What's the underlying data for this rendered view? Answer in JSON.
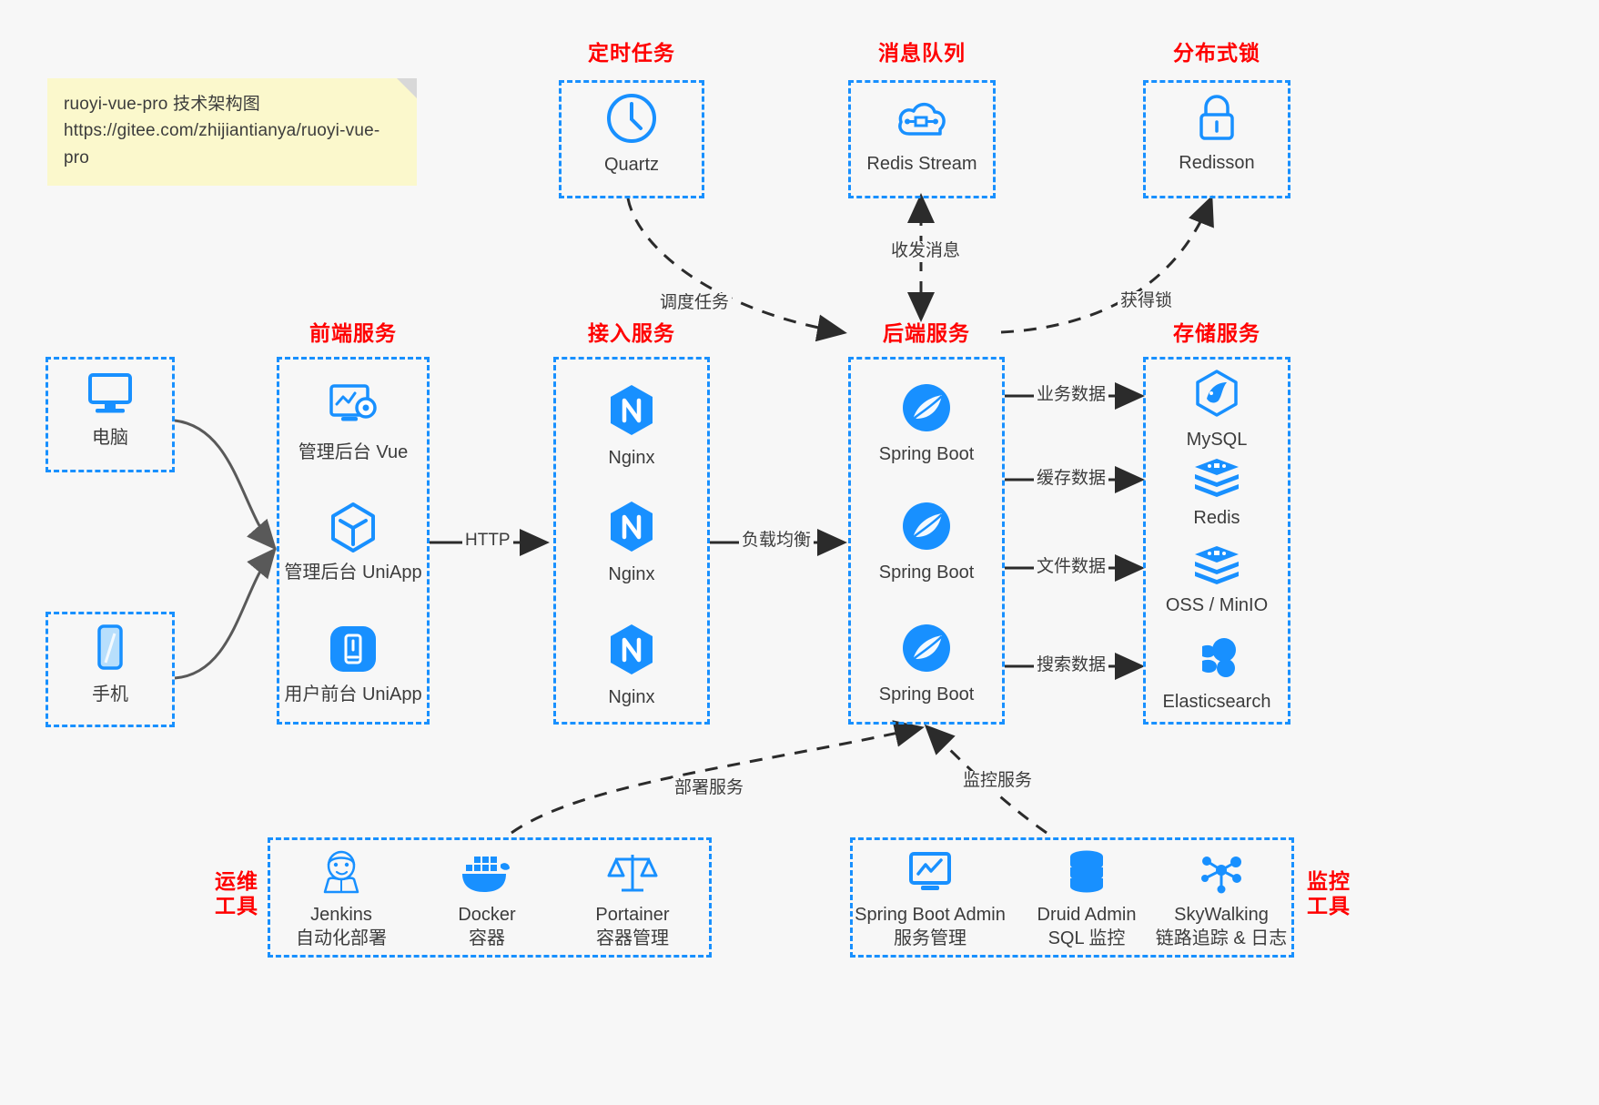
{
  "note": {
    "line1": "ruoyi-vue-pro 技术架构图",
    "line2": "https://gitee.com/zhijiantianya/ruoyi-vue-pro"
  },
  "groups": {
    "scheduled_task": {
      "title": "定时任务",
      "nodes": [
        {
          "icon": "clock-icon",
          "label": "Quartz"
        }
      ]
    },
    "message_queue": {
      "title": "消息队列",
      "nodes": [
        {
          "icon": "cloud-stream-icon",
          "label": "Redis Stream"
        }
      ]
    },
    "distributed_lock": {
      "title": "分布式锁",
      "nodes": [
        {
          "icon": "lock-icon",
          "label": "Redisson"
        }
      ]
    },
    "clients": {
      "nodes": [
        {
          "icon": "desktop-icon",
          "label": "电脑"
        },
        {
          "icon": "phone-icon",
          "label": "手机"
        }
      ]
    },
    "frontend": {
      "title": "前端服务",
      "nodes": [
        {
          "icon": "dashboard-gear-icon",
          "label": "管理后台 Vue"
        },
        {
          "icon": "cube-icon",
          "label": "管理后台 UniApp"
        },
        {
          "icon": "mobile-app-icon",
          "label": "用户前台 UniApp"
        }
      ]
    },
    "gateway": {
      "title": "接入服务",
      "nodes": [
        {
          "icon": "nginx-icon",
          "label": "Nginx"
        },
        {
          "icon": "nginx-icon",
          "label": "Nginx"
        },
        {
          "icon": "nginx-icon",
          "label": "Nginx"
        }
      ]
    },
    "backend": {
      "title": "后端服务",
      "nodes": [
        {
          "icon": "spring-boot-icon",
          "label": "Spring Boot"
        },
        {
          "icon": "spring-boot-icon",
          "label": "Spring Boot"
        },
        {
          "icon": "spring-boot-icon",
          "label": "Spring Boot"
        }
      ]
    },
    "storage": {
      "title": "存储服务",
      "nodes": [
        {
          "icon": "mysql-icon",
          "label": "MySQL"
        },
        {
          "icon": "redis-icon",
          "label": "Redis"
        },
        {
          "icon": "oss-icon",
          "label": "OSS / MinIO"
        },
        {
          "icon": "elasticsearch-icon",
          "label": "Elasticsearch"
        }
      ]
    },
    "devops": {
      "title": "运维\n工具",
      "title_l1": "运维",
      "title_l2": "工具",
      "nodes": [
        {
          "icon": "jenkins-icon",
          "label": "Jenkins",
          "sub": "自动化部署"
        },
        {
          "icon": "docker-icon",
          "label": "Docker",
          "sub": "容器"
        },
        {
          "icon": "portainer-icon",
          "label": "Portainer",
          "sub": "容器管理"
        }
      ]
    },
    "monitoring": {
      "title_l1": "监控",
      "title_l2": "工具",
      "nodes": [
        {
          "icon": "spring-boot-admin-icon",
          "label": "Spring Boot Admin",
          "sub": "服务管理"
        },
        {
          "icon": "druid-icon",
          "label": "Druid Admin",
          "sub": "SQL 监控"
        },
        {
          "icon": "skywalking-icon",
          "label": "SkyWalking",
          "sub": "链路追踪 & 日志"
        }
      ]
    }
  },
  "edges": {
    "http": "HTTP",
    "load_balance": "负载均衡",
    "schedule_task": "调度任务",
    "send_receive_message": "收发消息",
    "acquire_lock": "获得锁",
    "business_data": "业务数据",
    "cache_data": "缓存数据",
    "file_data": "文件数据",
    "search_data": "搜索数据",
    "deploy_service": "部署服务",
    "monitor_service": "监控服务"
  },
  "colors": {
    "accent_blue": "#1890ff",
    "title_red": "#ff0000",
    "note_yellow": "#fbf8cc",
    "background": "#f7f7f7",
    "arrow_dark": "#2b2b2b",
    "arrow_gray": "#595959"
  }
}
